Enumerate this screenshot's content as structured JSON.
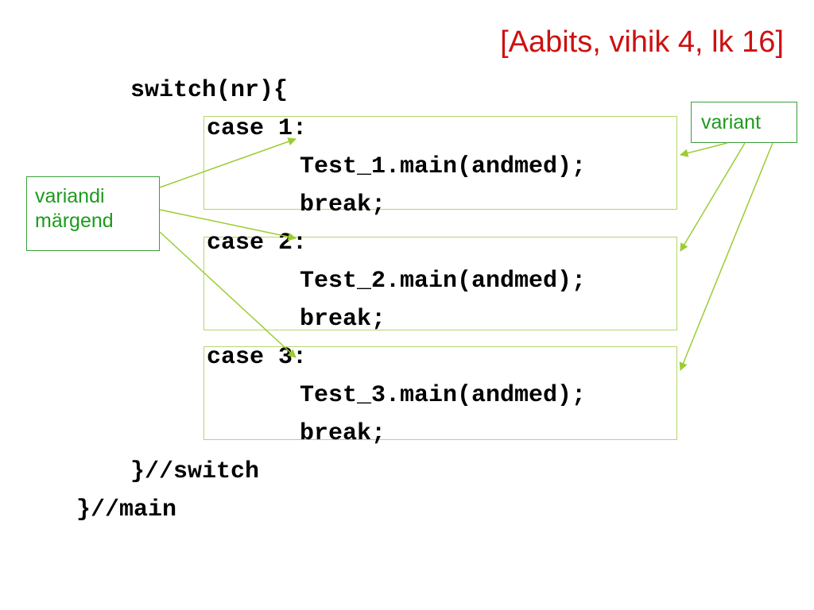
{
  "slide": {
    "title": "[Aabits, vihik 4, lk 16]",
    "code": {
      "switch_open": "switch(nr){",
      "cases": [
        {
          "label": "case 1:",
          "call": "Test_1.main(andmed);",
          "brk": "break;"
        },
        {
          "label": "case 2:",
          "call": "Test_2.main(andmed);",
          "brk": "break;"
        },
        {
          "label": "case 3:",
          "call": "Test_3.main(andmed);",
          "brk": "break;"
        }
      ],
      "switch_close": "}//switch",
      "main_close": "}//main"
    },
    "labels": {
      "variant": "variant",
      "variandi_line1": "variandi",
      "variandi_line2": "märgend"
    },
    "colors": {
      "title": "#cc1111",
      "label_text": "#1e9a1e",
      "arrow": "#9acd32",
      "box_border": "#b5d66e"
    }
  }
}
